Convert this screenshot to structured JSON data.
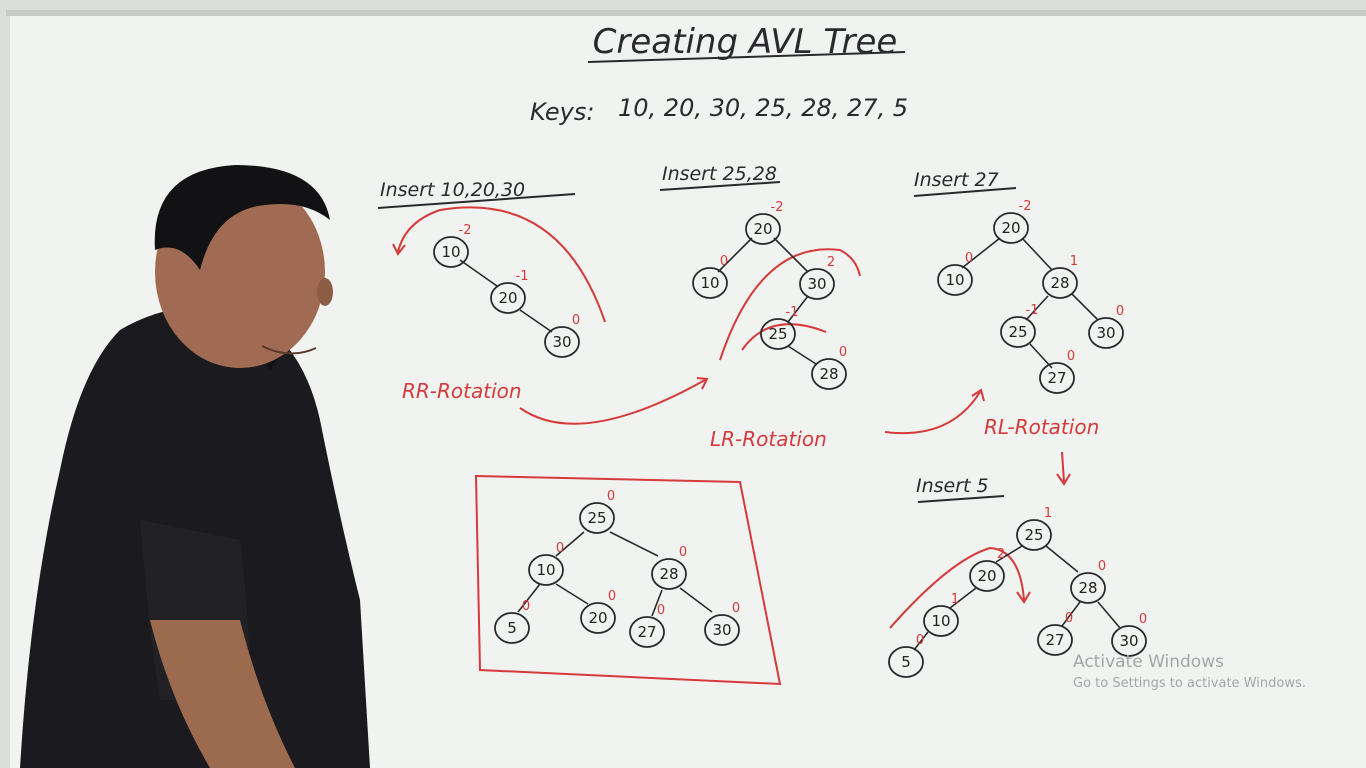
{
  "board": {
    "title": "Creating AVL Tree",
    "keys_label": "Keys:",
    "keys_values": "10, 20, 30, 25, 28, 27, 5"
  },
  "step1": {
    "heading": "Insert 10,20,30",
    "nodes": [
      "10",
      "20",
      "30"
    ],
    "balance": [
      "-2",
      "-1",
      "0"
    ],
    "rotation": "RR-Rotation"
  },
  "step2": {
    "heading": "Insert 25,28",
    "nodes": [
      "20",
      "10",
      "30",
      "25",
      "28"
    ],
    "balance": [
      "-2",
      "0",
      "2",
      "-1",
      "0"
    ],
    "rotation": "LR-Rotation"
  },
  "step3": {
    "heading": "Insert 27",
    "nodes": [
      "20",
      "10",
      "28",
      "25",
      "30",
      "27"
    ],
    "balance": [
      "-2",
      "0",
      "1",
      "-1",
      "0",
      "0"
    ],
    "rotation": "RL-Rotation"
  },
  "step4": {
    "heading": "Insert 5",
    "nodes": [
      "25",
      "20",
      "28",
      "10",
      "27",
      "30",
      "5"
    ],
    "balance": [
      "1",
      "2",
      "0",
      "1",
      "0",
      "0",
      "0"
    ]
  },
  "final_tree": {
    "nodes": [
      "25",
      "10",
      "28",
      "5",
      "20",
      "27",
      "30"
    ],
    "balance": [
      "0",
      "0",
      "0",
      "0",
      "0",
      "0",
      "0"
    ]
  },
  "watermark": {
    "title": "Activate Windows",
    "subtitle": "Go to Settings to activate Windows."
  },
  "colors": {
    "board": "#f1f3f0",
    "ink_black": "#2a2a2e",
    "ink_red": "#d63a3a"
  }
}
